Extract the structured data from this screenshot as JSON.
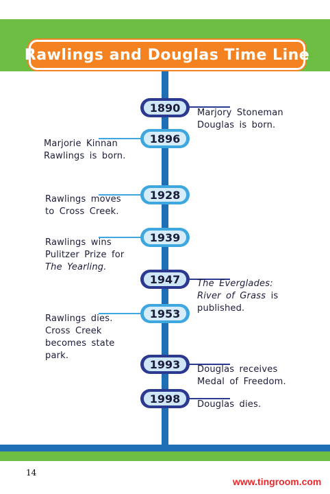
{
  "title": "Rawlings and Douglas Time Line",
  "events": [
    {
      "year": "1890",
      "text": [
        "Marjory Stoneman",
        "Douglas is born."
      ]
    },
    {
      "year": "1896",
      "text": [
        "Marjorie Kinnan",
        "Rawlings is born."
      ]
    },
    {
      "year": "1928",
      "text": [
        "Rawlings moves",
        "to Cross Creek."
      ]
    },
    {
      "year": "1939",
      "text": [
        "Rawlings wins",
        "Pulitzer Prize for",
        "The Yearling."
      ]
    },
    {
      "year": "1947",
      "text": [
        "The Everglades:",
        "River of Grass",
        "is",
        "published."
      ]
    },
    {
      "year": "1953",
      "text": [
        "Rawlings dies.",
        "Cross Creek",
        "becomes state",
        "park."
      ]
    },
    {
      "year": "1993",
      "text": [
        "Douglas receives",
        "Medal of Freedom."
      ]
    },
    {
      "year": "1998",
      "text": [
        "Douglas dies."
      ]
    }
  ],
  "page_number": "14",
  "watermark": "www.tingroom.com",
  "colors": {
    "green": "#6fbe44",
    "orange": "#f58220",
    "dark_blue": "#2b3990",
    "light_blue": "#3ea7e0",
    "axis_blue": "#1f6fb6",
    "watermark_red": "#e8282b"
  }
}
